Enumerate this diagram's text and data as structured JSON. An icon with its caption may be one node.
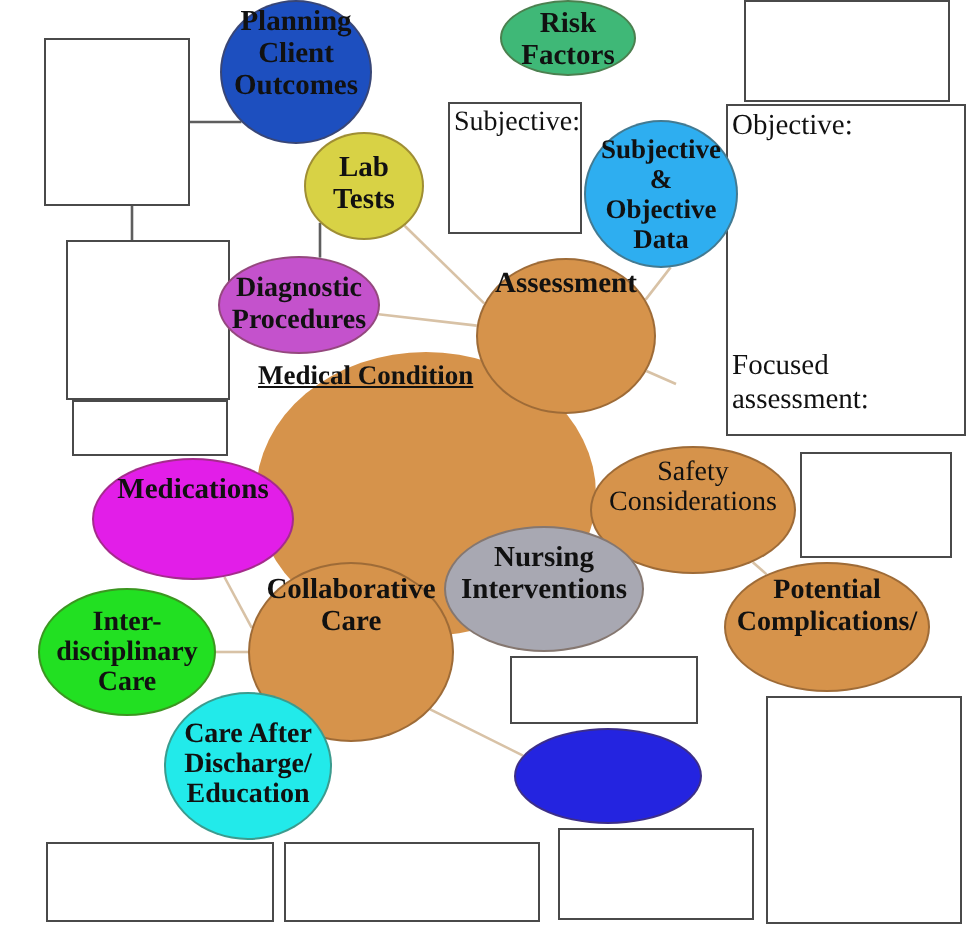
{
  "diagram": {
    "nodes": [
      {
        "text": [
          "Planning Client Outcomes"
        ]
      },
      {
        "text": [
          "Risk Factors"
        ]
      },
      {
        "text": [],
        "shape": "box"
      },
      {
        "text": [],
        "shape": "box"
      },
      {
        "text": [
          "Subjective:"
        ]
      },
      {
        "text": [
          "Objective:",
          "Focused assessment:"
        ]
      },
      {
        "text": [
          "Lab Tests"
        ]
      },
      {
        "text": [
          "Subjective & Objective Data"
        ]
      },
      {
        "text": [],
        "shape": "box"
      },
      {
        "text": [
          "Diagnostic Procedures"
        ]
      },
      {
        "text": [
          "Assessment"
        ]
      },
      {
        "text": [
          "Medical Condition"
        ]
      },
      {
        "text": [],
        "shape": "box"
      },
      {
        "text": [
          "Safety Considerations"
        ]
      },
      {
        "text": [
          "Medications"
        ]
      },
      {
        "text": [],
        "shape": "box"
      },
      {
        "text": [
          "Nursing Interventions"
        ]
      },
      {
        "text": [],
        "shape": "box"
      },
      {
        "text": [
          "Collaborative Care"
        ]
      },
      {
        "text": [
          "Potential Complications/"
        ]
      },
      {
        "text": [
          "Inter-disciplinary Care"
        ]
      },
      {
        "text": [],
        "shape": "box"
      },
      {
        "text": [
          "Care After Discharge/Education"
        ]
      },
      {
        "text": [],
        "shape": "circle"
      },
      {
        "text": [],
        "shape": "box"
      },
      {
        "text": [],
        "shape": "box"
      },
      {
        "text": [],
        "shape": "box"
      }
    ],
    "edges": [
      {
        "from": 3,
        "to": 0,
        "arrow": "none",
        "color": "#5e5e5e"
      },
      {
        "from": 3,
        "to": 8,
        "arrow": "none",
        "color": "#5e5e5e"
      },
      {
        "from": 6,
        "to": 9,
        "arrow": "none",
        "color": "#5e5e5e"
      },
      {
        "from": 6,
        "to": 10,
        "arrow": "none"
      },
      {
        "from": 9,
        "to": 10,
        "arrow": "none"
      },
      {
        "from": 10,
        "to": 7,
        "arrow": "none"
      },
      {
        "from": 10,
        "to": null,
        "arrow": "none"
      },
      {
        "from": 13,
        "to": 19,
        "arrow": "none"
      },
      {
        "from": 14,
        "to": 18,
        "arrow": "none"
      },
      {
        "from": 20,
        "to": 18,
        "arrow": "none"
      },
      {
        "from": 18,
        "to": 23,
        "arrow": "none"
      }
    ]
  }
}
